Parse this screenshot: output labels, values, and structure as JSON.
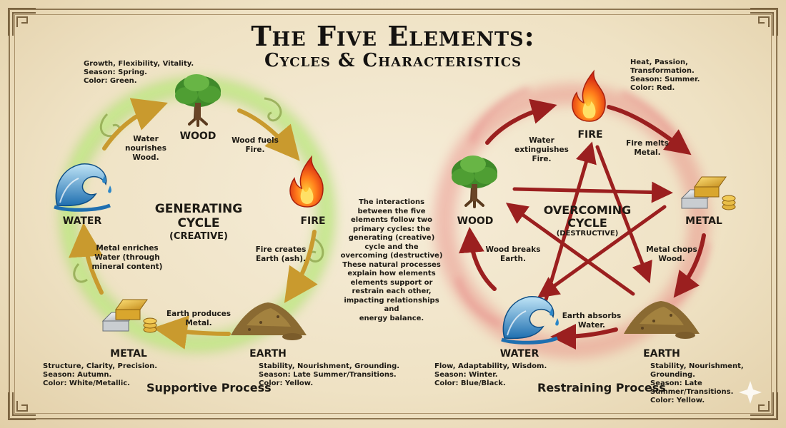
{
  "title": {
    "line1": "The Five Elements:",
    "line2": "Cycles & Characteristics"
  },
  "colors": {
    "generating_glow": "#9ed45a",
    "generating_arrow": "#c99a2e",
    "overcoming_glow": "#e06a6a",
    "overcoming_arrow": "#9b1f1f",
    "ink": "#1d1a14"
  },
  "elements": {
    "wood": "WOOD",
    "fire": "FIRE",
    "earth": "EARTH",
    "metal": "METAL",
    "water": "WATER"
  },
  "characteristics": {
    "wood": [
      "Growth, Flexibility, Vitality.",
      "Season: Spring.",
      "Color: Green."
    ],
    "fire": [
      "Heat, Passion,",
      "Transformation.",
      "Season: Summer.",
      "Color: Red."
    ],
    "earth": [
      "Stability, Nourishment, Grounding.",
      "Season: Late Summer/Transitions.",
      "Color: Yellow."
    ],
    "metal": [
      "Structure, Clarity, Precision.",
      "Season: Autumn.",
      "Color: White/Metallic."
    ],
    "water": [
      "Flow, Adaptability, Wisdom.",
      "Season: Winter.",
      "Color: Blue/Black."
    ]
  },
  "generating": {
    "title_line1": "GENERATING",
    "title_line2": "CYCLE",
    "title_line3": "(CREATIVE)",
    "process": "Supportive Process",
    "relations": {
      "water_wood": [
        "Water",
        "nourishes",
        "Wood."
      ],
      "wood_fire": [
        "Wood fuels",
        "Fire."
      ],
      "fire_earth": [
        "Fire creates",
        "Earth (ash)."
      ],
      "earth_metal": [
        "Earth produces",
        "Metal."
      ],
      "metal_water": [
        "Metal enriches",
        "Water (through",
        "mineral content)"
      ]
    }
  },
  "overcoming": {
    "title_line1": "OVERCOMING",
    "title_line2": "CYCLE",
    "title_line3": "(DESTRUCTIVE)",
    "process": "Restraining Process",
    "relations": {
      "water_fire": [
        "Water",
        "extinguishes",
        "Fire."
      ],
      "fire_metal": [
        "Fire melts",
        "Metal."
      ],
      "metal_wood": [
        "Metal chops",
        "Wood."
      ],
      "earth_water": [
        "Earth absorbs",
        "Water."
      ],
      "wood_earth": [
        "Wood breaks",
        "Earth."
      ]
    }
  },
  "explanation": [
    "The interactions",
    "between the five",
    "elements follow two",
    "primary cycles: the",
    "generating (creative)",
    "cycle and the",
    "overcoming (destructive)",
    "These natural processes",
    "explain how elements",
    "elements support or",
    "restrain each other,",
    "impacting relationships and",
    "energy balance."
  ]
}
